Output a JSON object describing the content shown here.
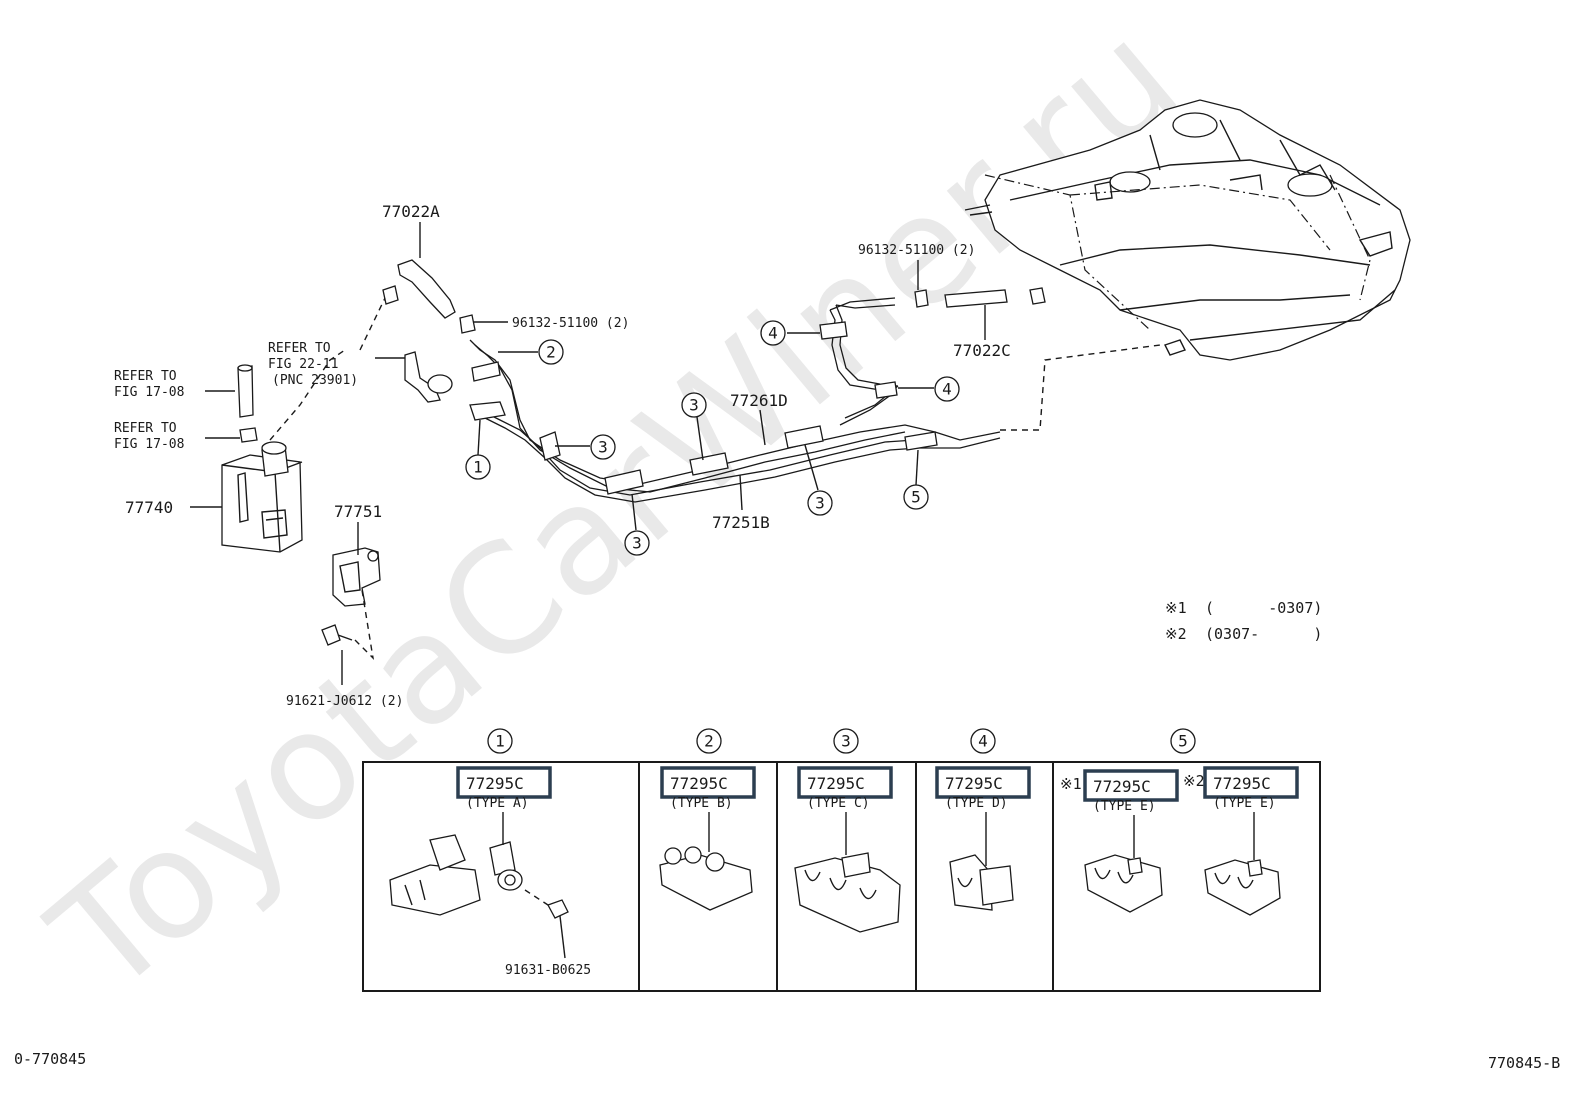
{
  "watermark": "ToyotaCarWiner.ru",
  "doc_codes": {
    "bottom_left": "0-770845",
    "bottom_right": "770845-B"
  },
  "parts": {
    "hose_a": "77022A",
    "clamp_upper": "96132-51100 (2)",
    "clamp_right": "96132-51100 (2)",
    "hose_c": "77022C",
    "canister": "77740",
    "bracket": "77751",
    "bolt": "91621-J0612 (2)",
    "tube_d": "77261D",
    "tube_b": "77251B",
    "clamp_bolt": "91631-B0625"
  },
  "refs": {
    "ref1_line1": "REFER TO",
    "ref1_line2": "FIG 17-08",
    "ref2_line1": "REFER TO",
    "ref2_line2": "FIG 17-08",
    "ref3_line1": "REFER TO",
    "ref3_line2": "FIG 22-11",
    "ref3_line3": "(PNC 23901)"
  },
  "callouts": [
    "1",
    "2",
    "3",
    "4",
    "5"
  ],
  "notes": {
    "note1_mark": "※1",
    "note1_text": "(      -0307)",
    "note2_mark": "※2",
    "note2_text": "(0307-      )"
  },
  "legend": {
    "part_no": "77295C",
    "panels": [
      {
        "num": "1",
        "type": "(TYPE A)"
      },
      {
        "num": "2",
        "type": "(TYPE B)"
      },
      {
        "num": "3",
        "type": "(TYPE C)"
      },
      {
        "num": "4",
        "type": "(TYPE D)"
      },
      {
        "num": "5",
        "type": "(TYPE E)"
      }
    ],
    "mark1": "※1",
    "mark2": "※2"
  },
  "colors": {
    "highlight_box": "#2c3e50",
    "line": "#1a1a1a",
    "watermark": "#e9e9e9"
  }
}
